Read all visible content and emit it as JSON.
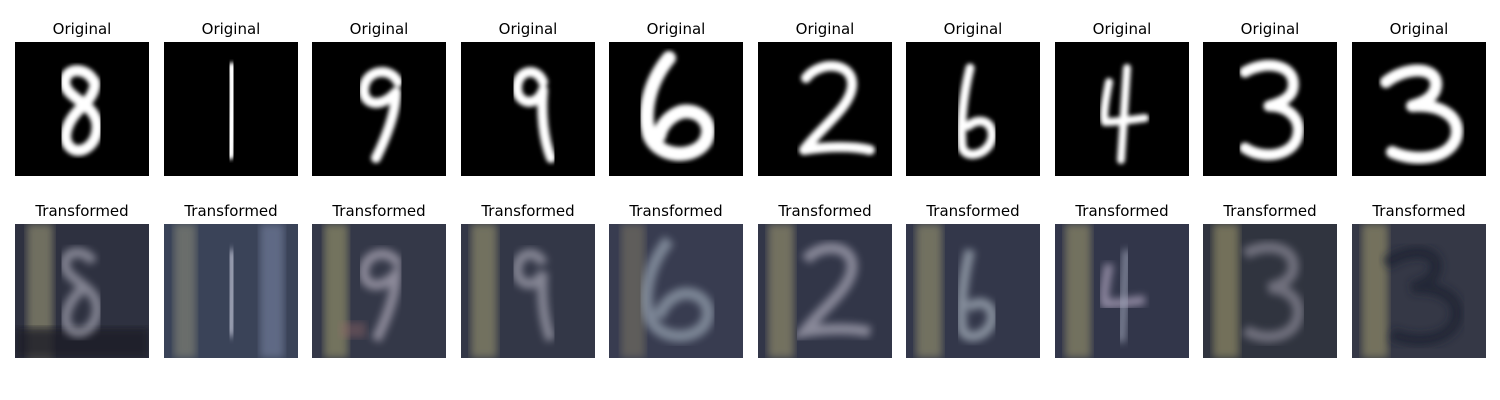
{
  "colors": {
    "background": "#ffffff",
    "original_bg": "#000000",
    "digit_stroke": "#ffffff",
    "transformed_bg": "#2a2c3a"
  },
  "rows": [
    {
      "title": "Original",
      "panels": [
        {
          "digit": "8"
        },
        {
          "digit": "1"
        },
        {
          "digit": "9"
        },
        {
          "digit": "9"
        },
        {
          "digit": "6"
        },
        {
          "digit": "2"
        },
        {
          "digit": "6"
        },
        {
          "digit": "4"
        },
        {
          "digit": "3"
        },
        {
          "digit": "3"
        }
      ]
    },
    {
      "title": "Transformed",
      "panels": [
        {
          "digit": "8"
        },
        {
          "digit": "1"
        },
        {
          "digit": "9"
        },
        {
          "digit": "9"
        },
        {
          "digit": "6"
        },
        {
          "digit": "2"
        },
        {
          "digit": "6"
        },
        {
          "digit": "4"
        },
        {
          "digit": "3"
        },
        {
          "digit": "3"
        }
      ]
    }
  ]
}
